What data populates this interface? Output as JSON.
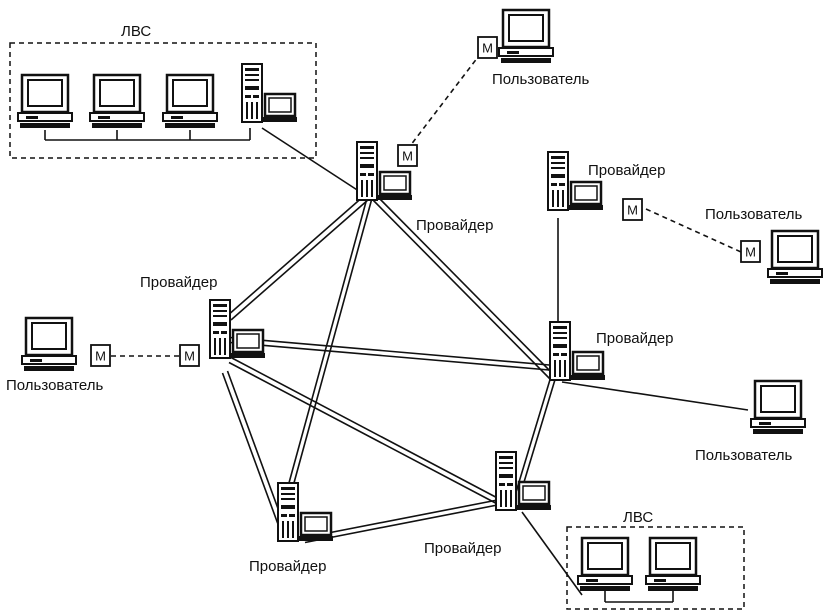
{
  "labels": {
    "lan": "ЛВС",
    "provider": "Провайдер",
    "user": "Пользователь",
    "modem": "М"
  },
  "colors": {
    "ink": "#111111",
    "background": "#ffffff"
  },
  "icons": [
    "server-icon",
    "workstation-icon",
    "modem-icon"
  ]
}
